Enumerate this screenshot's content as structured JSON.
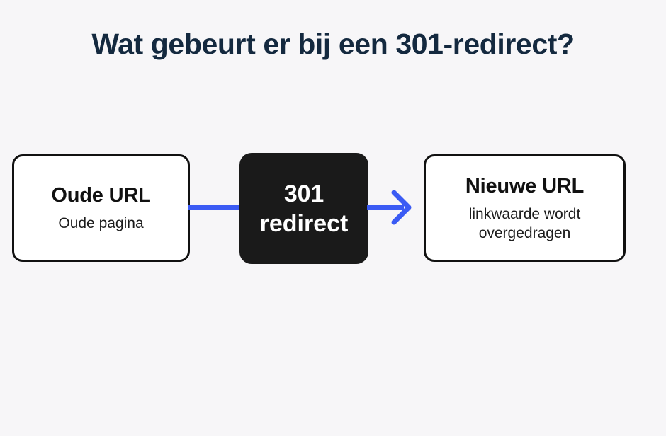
{
  "page": {
    "background_color": "#f7f6f8",
    "title": "Wat gebeurt er bij een 301-redirect?",
    "title_color": "#14293f"
  },
  "diagram": {
    "type": "flow",
    "accent_color": "#3b5bf4",
    "nodes": [
      {
        "id": "old-url",
        "title": "Oude URL",
        "subtitle": "Oude pagina",
        "style": "light",
        "fill": "#ffffff",
        "border_color": "#111111",
        "text_color": "#111111"
      },
      {
        "id": "redirect",
        "title": "301",
        "subtitle": "redirect",
        "style": "dark",
        "fill": "#1a1a1a",
        "border_color": "#1a1a1a",
        "text_color": "#ffffff"
      },
      {
        "id": "new-url",
        "title": "Nieuwe URL",
        "subtitle_line1": "linkwaarde wordt",
        "subtitle_line2": "overgedragen",
        "style": "light",
        "fill": "#ffffff",
        "border_color": "#111111",
        "text_color": "#111111"
      }
    ],
    "connectors": [
      {
        "id": "old-to-redirect",
        "from": "old-url",
        "to": "redirect",
        "shape": "line",
        "icon": "line-connector",
        "color": "#3b5bf4"
      },
      {
        "id": "redirect-to-new",
        "from": "redirect",
        "to": "new-url",
        "shape": "arrow",
        "icon": "arrow-right-icon",
        "color": "#3b5bf4"
      }
    ]
  }
}
